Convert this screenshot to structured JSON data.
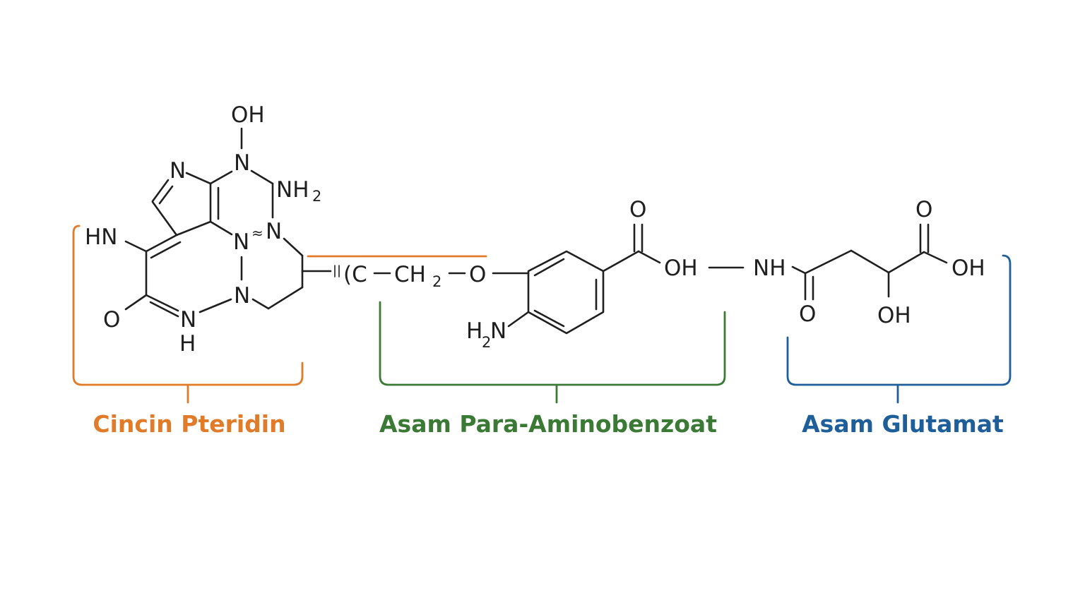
{
  "colors": {
    "pteridine": "#e07b2a",
    "paba": "#3a7a35",
    "glutamate": "#1f5f99",
    "bond": "#1f1f1f"
  },
  "atoms": {
    "oh_top": "OH",
    "n_top": "N",
    "n_imidazole": "N",
    "nh2_label": "NH",
    "nh2_sub": "2",
    "hn_left": "HN",
    "n_mid_left": "N",
    "n_mid_right": "N",
    "n_bottom": "N",
    "o_left": "O",
    "n_amide": "N",
    "h_amide": "H",
    "linker_c": "(C",
    "ch2_label": "CH",
    "ch2_sub": "2",
    "o_linker": "O",
    "h2n_h": "H",
    "h2n_sub": "2",
    "h2n_n": "N",
    "o_carbonyl_1": "O",
    "oh_acid_1": "OH",
    "nh_amide_2": "NH",
    "o_carbonyl_2": "O",
    "o_carbonyl_3": "O",
    "oh_acid_2": "OH",
    "oh_side": "OH"
  },
  "labels": {
    "pteridine": "Cincin Pteridin",
    "paba": "Asam Para-Aminobenzoat",
    "glutamate": "Asam Glutamat"
  }
}
